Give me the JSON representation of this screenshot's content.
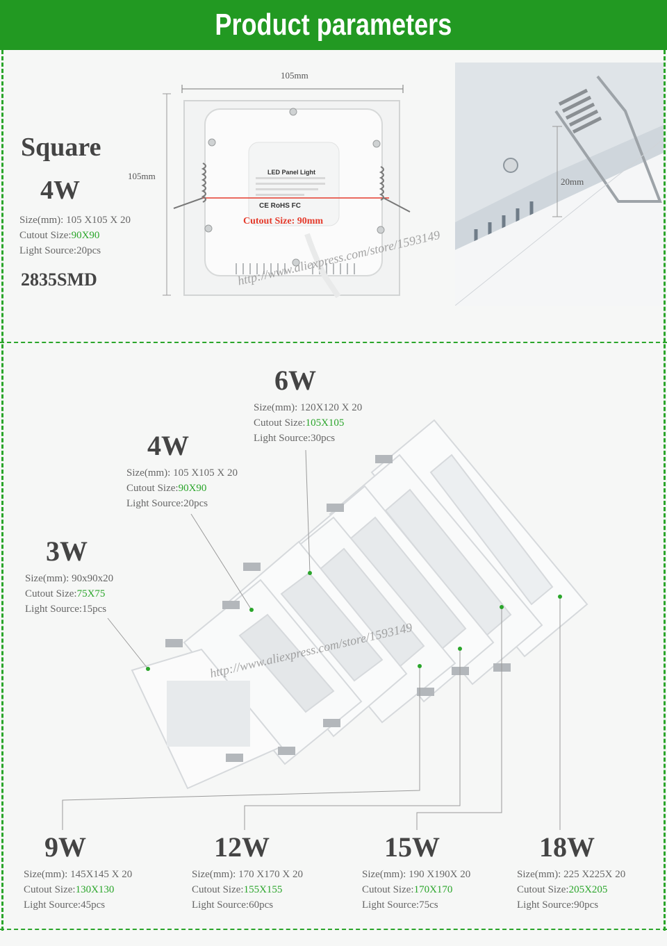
{
  "header": {
    "title": "Product parameters"
  },
  "top": {
    "shape": "Square",
    "watt": "4W",
    "specs": {
      "size_label": "Size(mm):",
      "size": "105 X105 X 20",
      "cutout_label": "Cutout Size:",
      "cutout": "90X90",
      "light_label": "Light Source:",
      "light": "20pcs"
    },
    "chip": "2835SMD",
    "dim_width": "105mm",
    "dim_height": "105mm",
    "dim_depth": "20mm",
    "panel_label_title": "LED Panel Light",
    "panel_cert": "CE RoHS FC",
    "cutout_callout": "Cutout Size: 90mm",
    "watermark": "http://www.aliexpress.com/store/1593149"
  },
  "lineup": {
    "watermark": "http://www.aliexpress.com/store/1593149",
    "models": [
      {
        "watt": "3W",
        "size_label": "Size(mm):",
        "size": "90x90x20",
        "cutout_label": "Cutout Size:",
        "cutout": "75X75",
        "light_label": "Light Source:",
        "light": "15pcs"
      },
      {
        "watt": "4W",
        "size_label": "Size(mm):",
        "size": "105 X105 X 20",
        "cutout_label": "Cutout Size:",
        "cutout": "90X90",
        "light_label": "Light Source:",
        "light": "20pcs"
      },
      {
        "watt": "6W",
        "size_label": "Size(mm):",
        "size": "120X120 X 20",
        "cutout_label": "Cutout Size:",
        "cutout": "105X105",
        "light_label": "Light Source:",
        "light": "30pcs"
      },
      {
        "watt": "9W",
        "size_label": "Size(mm):",
        "size": "145X145 X 20",
        "cutout_label": "Cutout Size:",
        "cutout": "130X130",
        "light_label": "Light Source:",
        "light": "45pcs"
      },
      {
        "watt": "12W",
        "size_label": "Size(mm):",
        "size": "170 X170 X 20",
        "cutout_label": "Cutout Size:",
        "cutout": "155X155",
        "light_label": "Light Source:",
        "light": "60pcs"
      },
      {
        "watt": "15W",
        "size_label": "Size(mm):",
        "size": "190 X190X 20",
        "cutout_label": "Cutout Size:",
        "cutout": "170X170",
        "light_label": "Light Source:",
        "light": "75cs"
      },
      {
        "watt": "18W",
        "size_label": "Size(mm):",
        "size": "225 X225X 20",
        "cutout_label": "Cutout Size:",
        "cutout": "205X205",
        "light_label": "Light Source:",
        "light": "90pcs"
      }
    ]
  },
  "colors": {
    "header_bg": "#229922",
    "accent_green": "#2aa52a",
    "text": "#444444"
  }
}
